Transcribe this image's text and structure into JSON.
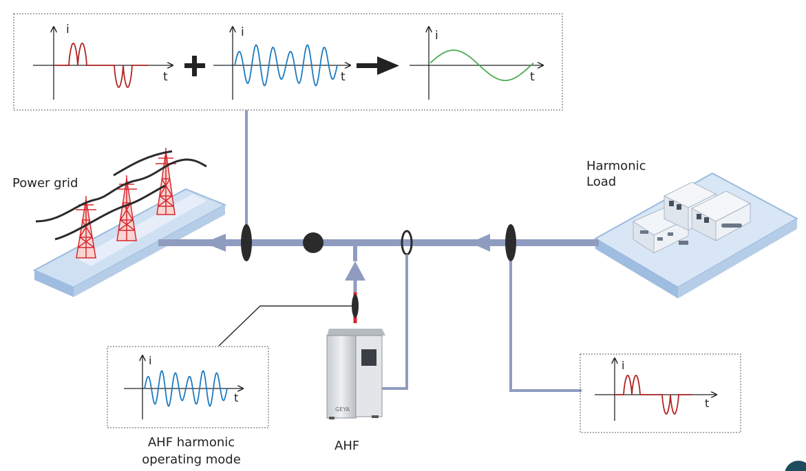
{
  "labels": {
    "power_grid": "Power grid",
    "harmonic_load_line1": "Harmonic",
    "harmonic_load_line2": "Load",
    "ahf": "AHF",
    "mode_line1": "AHF harmonic",
    "mode_line2": "operating mode",
    "device_brand": "GEYA"
  },
  "axes": {
    "y": "i",
    "x": "t"
  },
  "colors": {
    "harmonic_wave": "#b22222",
    "compensation_wave": "#1a7ac0",
    "sine_wave": "#4aaa52",
    "bus_line": "#8f9cc0",
    "tower": "#d8262c",
    "cable": "#2b2b2b"
  },
  "icons": [
    "plus-icon",
    "arrow-right-icon",
    "transmission-tower-icon",
    "factory-icon",
    "ahf-cabinet-icon",
    "current-transformer-icon",
    "breaker-dot-icon"
  ]
}
